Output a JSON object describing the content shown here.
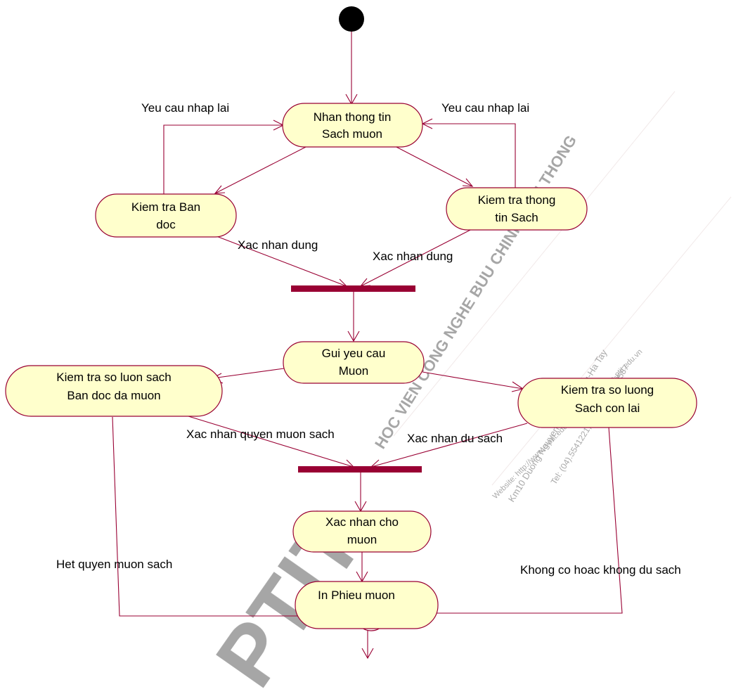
{
  "diagram": {
    "activities": {
      "nhan_thong_tin": [
        "Nhan thong tin",
        "Sach muon"
      ],
      "kiem_tra_ban_doc": [
        "Kiem tra Ban",
        "doc"
      ],
      "kiem_tra_sach": [
        "Kiem tra thong",
        "tin Sach"
      ],
      "gui_yeu_cau": [
        "Gui yeu cau",
        "Muon"
      ],
      "kiem_tra_so_luon": [
        "Kiem tra so luon sach",
        "Ban doc da muon"
      ],
      "kiem_tra_so_luong": [
        "Kiem tra so luong",
        "Sach con lai"
      ],
      "xac_nhan_cho_muon": [
        "Xac nhan cho",
        "muon"
      ],
      "in_phieu": [
        "In Phieu muon"
      ]
    },
    "edge_labels": {
      "yeu_cau_left": "Yeu cau nhap lai",
      "yeu_cau_right": "Yeu cau nhap lai",
      "xac_nhan_dung_left": "Xac nhan dung",
      "xac_nhan_dung_right": "Xac nhan dung",
      "xac_nhan_quyen": "Xac nhan quyen muon sach",
      "xac_nhan_du_sach": "Xac nhan du sach",
      "het_quyen": "Het quyen muon sach",
      "khong_co": "Khong co hoac khong du sach"
    },
    "watermark": {
      "line1": "HOC VIEN CONG NGHE BUU CHINH VIEN THONG",
      "line2": "Km10 Duong Nguyen Trai, Ha Dong-Ha Tay",
      "line3": "Tel: (04).5541221; Fax: (04).5540587",
      "line4": "Website: http://www.e-ptit.edu.vn; E-mail: dhtx@e-ptit.edu.vn",
      "logo": "PTIT"
    },
    "colors": {
      "line": "#990033",
      "activity_fill": "#ffffcc",
      "node": "#000000",
      "watermark_red": "#e8001c",
      "watermark_blue": "#2a4fd0"
    }
  }
}
